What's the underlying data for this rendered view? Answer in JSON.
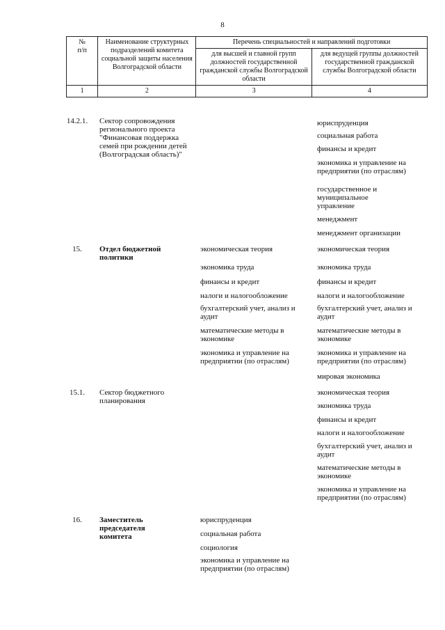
{
  "page_number": "8",
  "header": {
    "col_num": "№\nп/п",
    "col_name": "Наименование структурных подразделений комитета социальной защиты населения Волгоградской области",
    "col_list": "Перечень специальностей и направлений подготовки",
    "col_high": "для высшей и главной групп должностей государственной гражданской службы Волгоградской области",
    "col_lead": "для ведущей группы должностей государственной гражданской службы Волгоградской области",
    "numbers": [
      "1",
      "2",
      "3",
      "4"
    ]
  },
  "rows": [
    {
      "num": "14.2.1.",
      "name": "Сектор сопровождения регионального проекта \"Финансовая поддержка семей при рождении детей (Волгоградская область)\"",
      "high": [],
      "lead": [
        "юриспруденция",
        "социальная работа",
        "финансы и кредит",
        "экономика и управление на предприятии (по отраслям)",
        "государственное и муниципальное управление",
        "менеджмент",
        "менеджмент организации"
      ]
    },
    {
      "num": "15.",
      "name": "Отдел бюджетной политики",
      "high": [
        "экономическая теория",
        "экономика труда",
        "финансы и кредит",
        "налоги и налогообложение",
        "бухгалтерский учет, анализ и аудит",
        "математические методы в экономике",
        "экономика и управление на предприятии (по отраслям)"
      ],
      "lead": [
        "экономическая теория",
        "экономика труда",
        "финансы и кредит",
        "налоги и налогообложение",
        "бухгалтерский учет, анализ и аудит",
        "математические методы в экономике",
        "экономика и управление на предприятии (по отраслям)",
        "мировая экономика"
      ]
    },
    {
      "num": "15.1.",
      "name": "Сектор бюджетного планирования",
      "high": [],
      "lead": [
        "экономическая теория",
        "экономика труда",
        "финансы и кредит",
        "налоги и налогообложение",
        "бухгалтерский учет, анализ и аудит",
        "математические методы в экономике",
        "экономика и управление на предприятии (по отраслям)"
      ]
    },
    {
      "num": "16.",
      "name": "Заместитель председателя комитета",
      "high": [
        "юриспруденция",
        "социальная работа",
        "социология",
        "экономика и управление на предприятии (по отраслям)"
      ],
      "lead": []
    }
  ]
}
